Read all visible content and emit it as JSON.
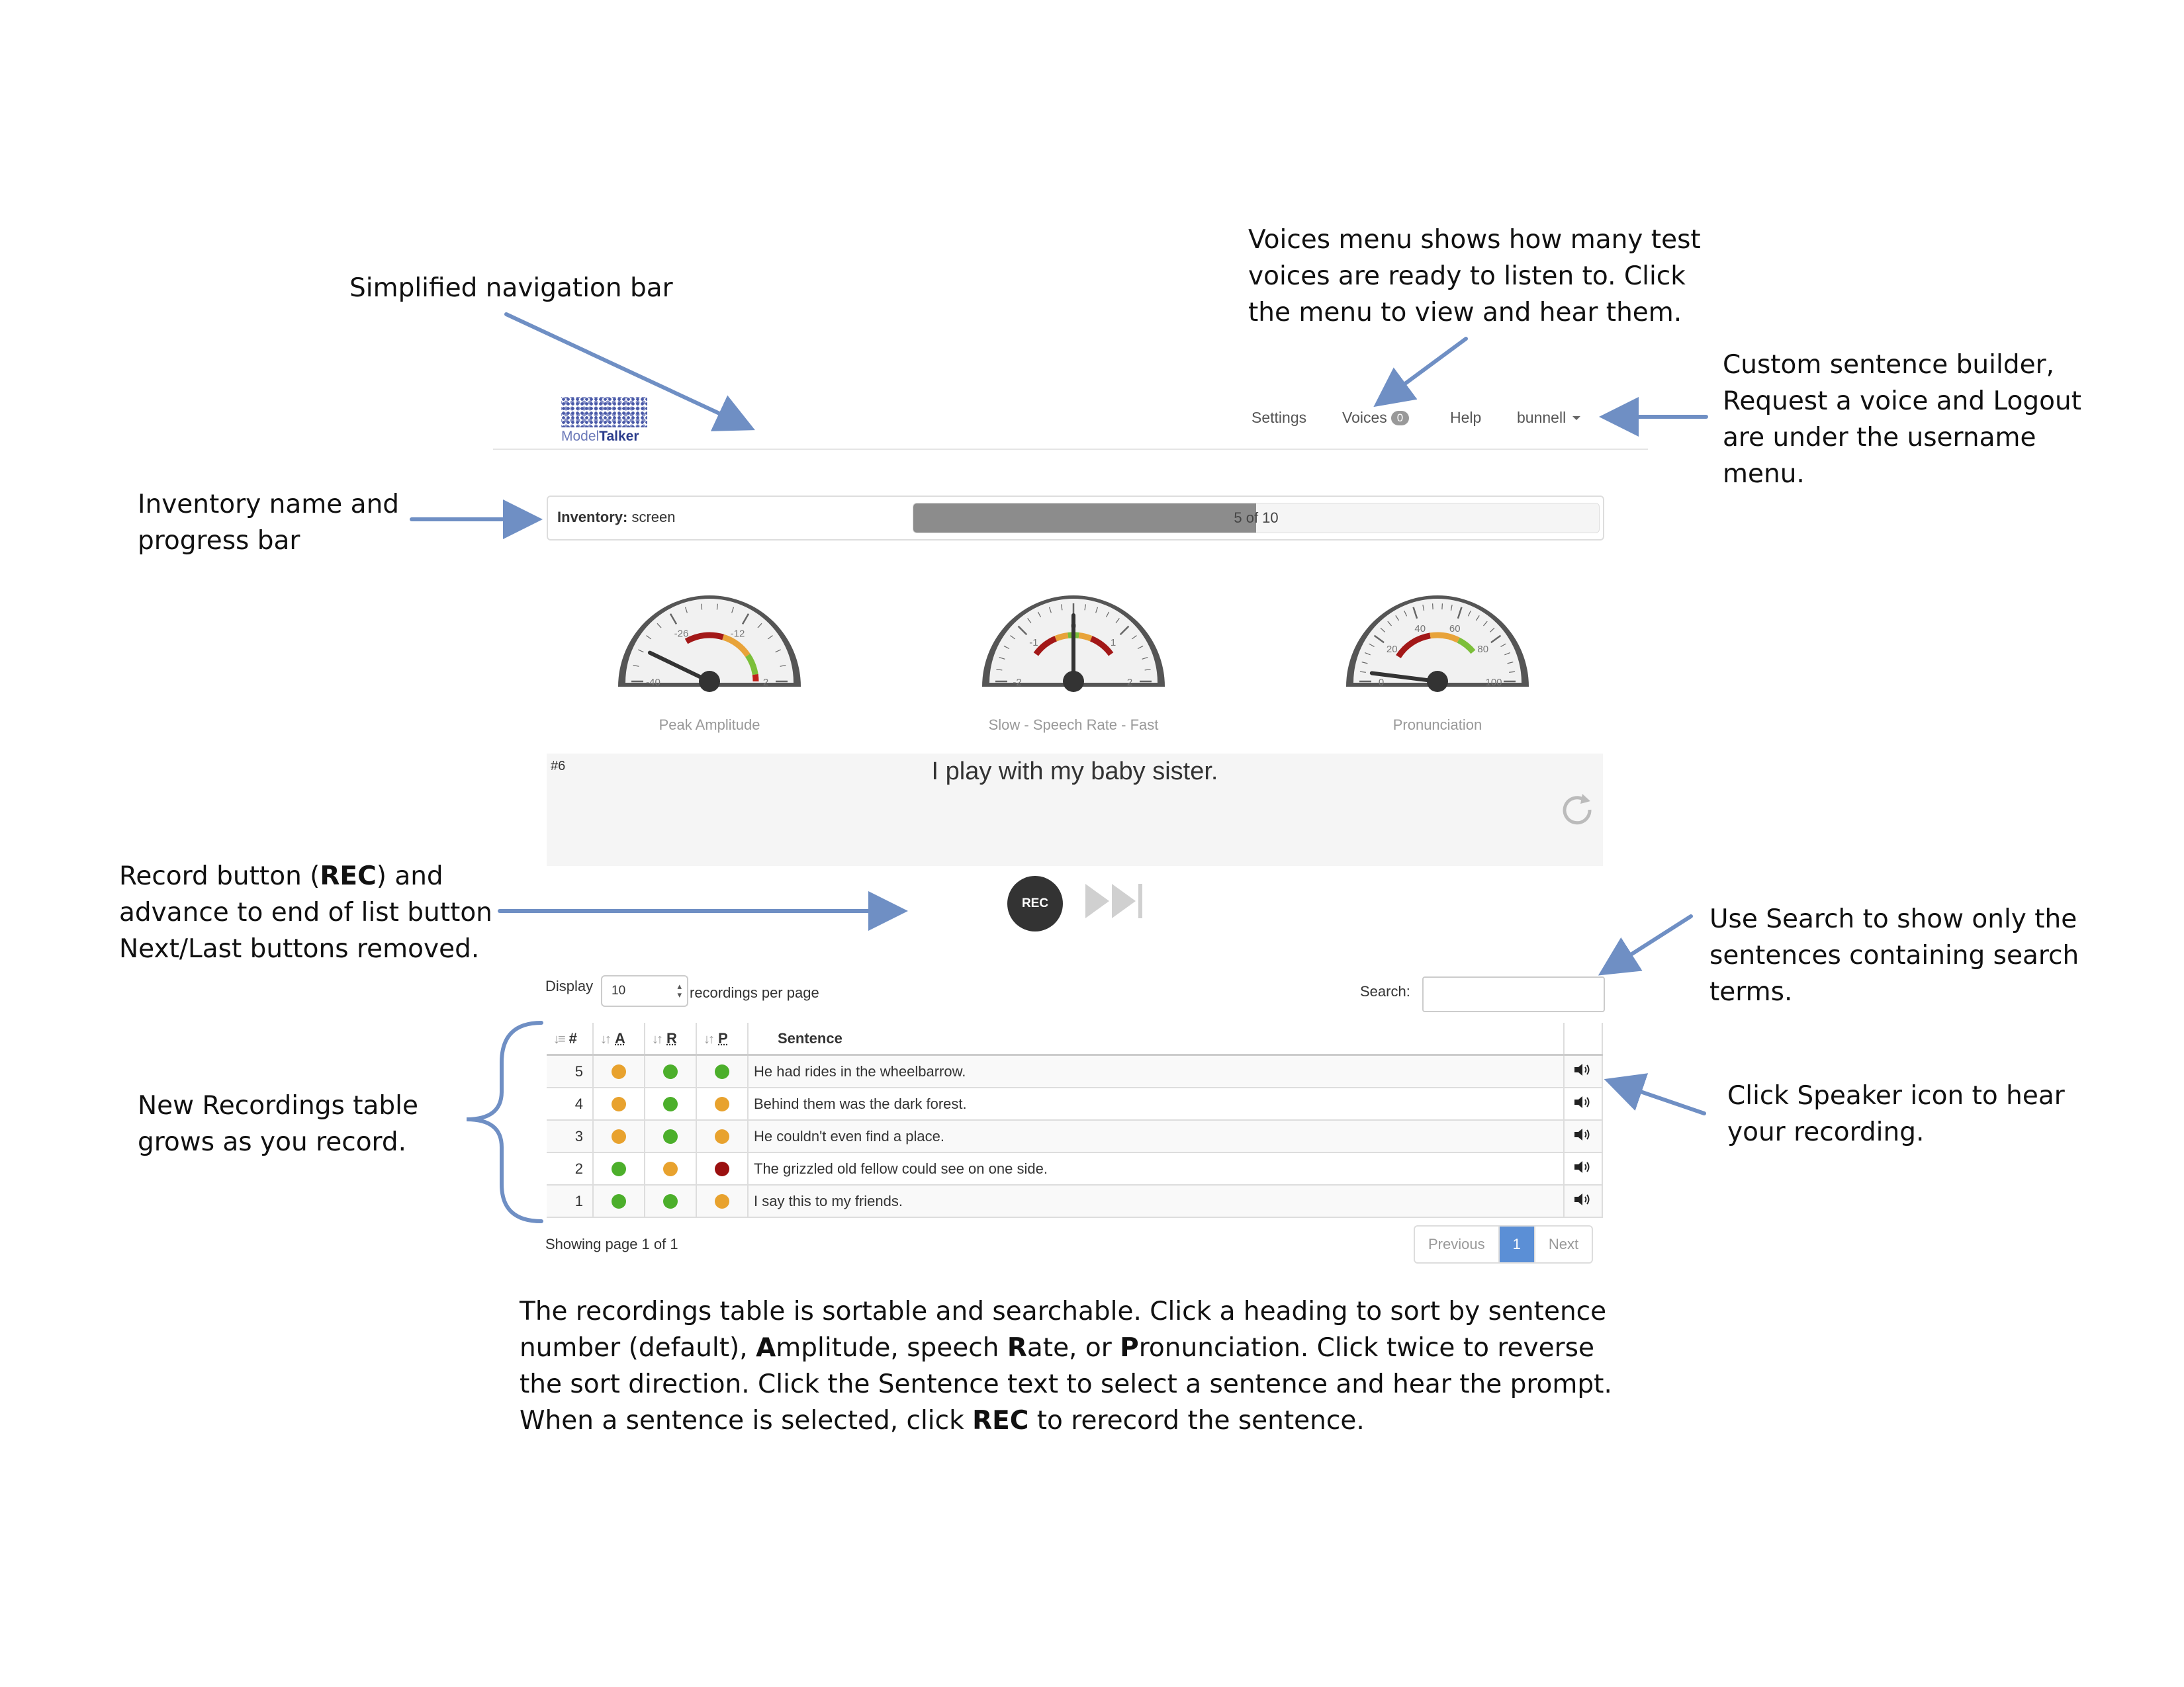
{
  "annotations": {
    "nav_bar": "Simplified navigation bar",
    "voices_menu": [
      "Voices menu shows how many test",
      "voices are ready to listen to. Click",
      "the menu to view and hear them."
    ],
    "username_menu": [
      "Custom sentence builder,",
      "Request a voice and Logout",
      "are under the username",
      "menu."
    ],
    "inventory": [
      "Inventory name and",
      "progress bar"
    ],
    "record": {
      "line1_pre": "Record button (",
      "line1_bold": "REC",
      "line1_post": ") and",
      "line2": "advance to end of list button",
      "line3": "Next/Last buttons removed."
    },
    "search": [
      "Use Search to show only the",
      "sentences containing search",
      "terms."
    ],
    "table": [
      "New Recordings table",
      "grows as you record."
    ],
    "speaker": [
      "Click Speaker icon to hear",
      "your recording."
    ],
    "bottom": {
      "l1": "The recordings table is sortable and searchable. Click a heading to sort by sentence",
      "l2_a": "number  (default), ",
      "l2_b1": "A",
      "l2_c": "mplitude, speech ",
      "l2_b2": "R",
      "l2_d": "ate, or ",
      "l2_b3": "P",
      "l2_e": "ronunciation. Click twice to reverse",
      "l3": "the sort direction. Click the Sentence text to select a sentence and hear the prompt.",
      "l4_a": "When a sentence is selected, click ",
      "l4_b": "REC",
      "l4_c": " to rerecord the sentence."
    }
  },
  "nav": {
    "logo_model": "Model",
    "logo_talker": "Talker",
    "settings": "Settings",
    "voices": "Voices",
    "voices_count": "0",
    "help": "Help",
    "user": "bunnell"
  },
  "inventory": {
    "label": "Inventory:",
    "name": "screen",
    "progress_text": "5 of 10",
    "progress_fraction": 0.5
  },
  "gauges": [
    {
      "label": "Peak Amplitude",
      "ticks": [
        "-40",
        "-26",
        "-12",
        "2"
      ],
      "min": -40,
      "max": 2,
      "value": -34,
      "zones": [
        {
          "from": -26,
          "to": -15,
          "color": "#a31818"
        },
        {
          "from": -15,
          "to": -6,
          "color": "#e8a33a"
        },
        {
          "from": -6,
          "to": 0,
          "color": "#7cbf3a"
        },
        {
          "from": 0,
          "to": 2,
          "color": "#c0201a"
        }
      ]
    },
    {
      "label": "Slow - Speech Rate - Fast",
      "ticks": [
        "-2",
        "-1",
        "0",
        "1",
        "2"
      ],
      "min": -2,
      "max": 2,
      "value": 0,
      "zones": [
        {
          "from": -1.2,
          "to": -0.5,
          "color": "#a31818"
        },
        {
          "from": -0.5,
          "to": -0.15,
          "color": "#e8a33a"
        },
        {
          "from": -0.15,
          "to": 0.15,
          "color": "#7cbf3a"
        },
        {
          "from": 0.15,
          "to": 0.5,
          "color": "#e8a33a"
        },
        {
          "from": 0.5,
          "to": 1.2,
          "color": "#a31818"
        }
      ]
    },
    {
      "label": "Pronunciation",
      "ticks": [
        "0",
        "20",
        "40",
        "60",
        "80",
        "100"
      ],
      "min": 0,
      "max": 100,
      "value": 4,
      "zones": [
        {
          "from": 18,
          "to": 45,
          "color": "#a31818"
        },
        {
          "from": 45,
          "to": 65,
          "color": "#e8a33a"
        },
        {
          "from": 65,
          "to": 78,
          "color": "#7cbf3a"
        }
      ]
    }
  ],
  "prompt": {
    "number": "#6",
    "text": "I play with my baby sister."
  },
  "controls": {
    "rec": "REC"
  },
  "table_controls": {
    "display": "Display",
    "page_size": "10",
    "per_page": "recordings per page",
    "search_label": "Search:",
    "search_value": ""
  },
  "table": {
    "headers": {
      "num": "#",
      "a": "A",
      "r": "R",
      "p": "P",
      "sentence": "Sentence"
    },
    "rows": [
      {
        "num": "5",
        "a": "orange",
        "r": "green",
        "p": "green",
        "sentence": "He had rides in the wheelbarrow."
      },
      {
        "num": "4",
        "a": "orange",
        "r": "green",
        "p": "orange",
        "sentence": "Behind them was the dark forest."
      },
      {
        "num": "3",
        "a": "orange",
        "r": "green",
        "p": "orange",
        "sentence": "He couldn't even find a place."
      },
      {
        "num": "2",
        "a": "green",
        "r": "orange",
        "p": "red",
        "sentence": "The grizzled old fellow could see on one side."
      },
      {
        "num": "1",
        "a": "green",
        "r": "green",
        "p": "orange",
        "sentence": "I say this to my friends."
      }
    ]
  },
  "status_colors": {
    "green": "#4caf2b",
    "orange": "#e8a22e",
    "red": "#9b1010"
  },
  "footer": {
    "showing": "Showing page 1 of 1",
    "previous": "Previous",
    "page": "1",
    "next": "Next"
  }
}
